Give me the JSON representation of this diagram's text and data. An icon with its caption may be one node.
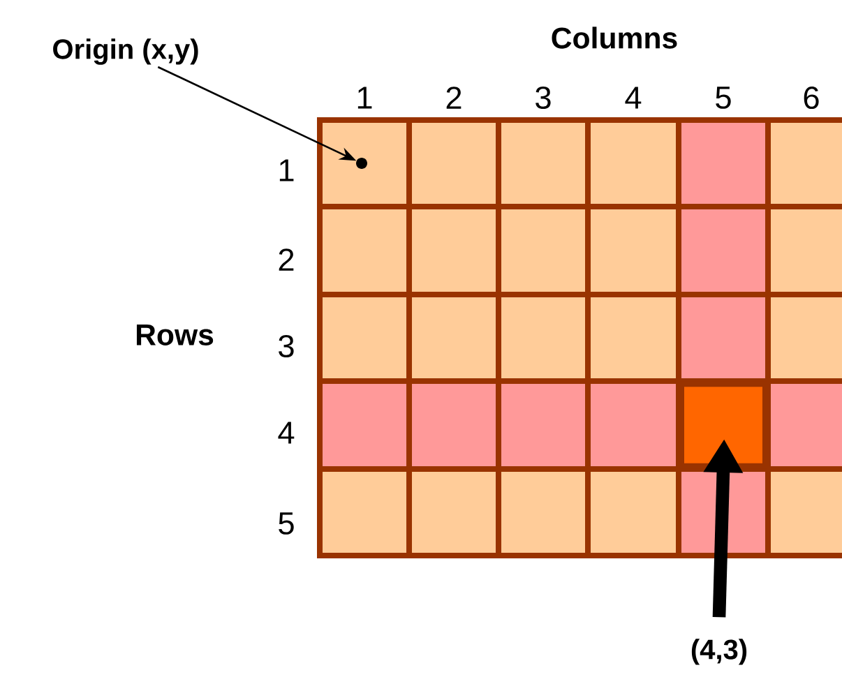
{
  "diagram": {
    "nodes": [
      {
        "text": [
          "Origin (x,y)"
        ]
      },
      {
        "text": [],
        "shape": "circle"
      },
      {
        "text": [
          "(4,3)"
        ]
      },
      {
        "text": [],
        "shape": "box"
      }
    ],
    "edges": [
      {
        "from": 0,
        "to": 1,
        "arrow": "to"
      },
      {
        "from": 2,
        "to": 3,
        "arrow": "to",
        "style": "thick"
      }
    ],
    "labels": [
      "Columns",
      "1",
      "2",
      "3",
      "4",
      "5",
      "6",
      "1",
      "2",
      "3",
      "Rows",
      "4",
      "5"
    ]
  }
}
